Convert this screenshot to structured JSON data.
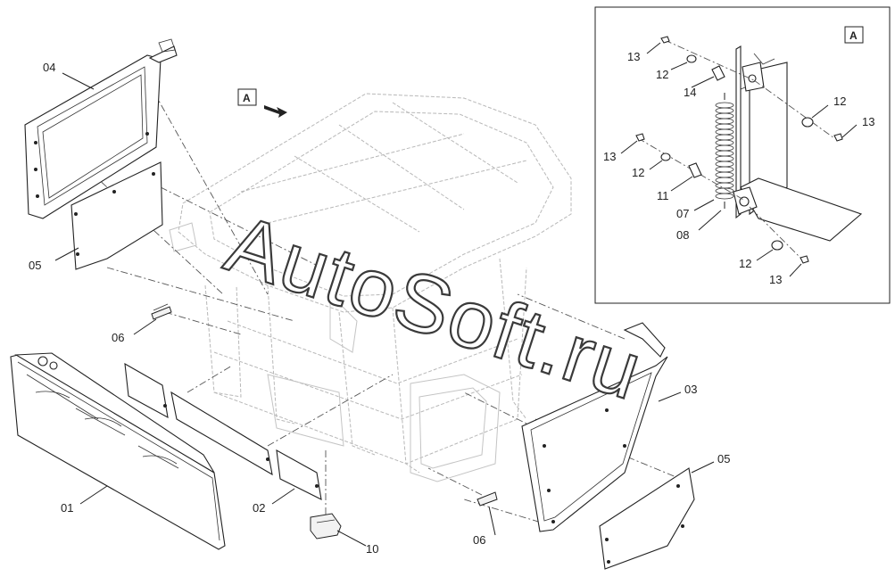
{
  "detail_view_marker": "A",
  "detail_box_label": "A",
  "watermark": "AutoSoft.ru",
  "main_callouts": [
    "04",
    "05",
    "06",
    "01",
    "02",
    "10",
    "06",
    "03",
    "05"
  ],
  "detail_callouts": [
    "13",
    "12",
    "14",
    "12",
    "13",
    "13",
    "12",
    "11",
    "07",
    "08",
    "12",
    "13"
  ]
}
